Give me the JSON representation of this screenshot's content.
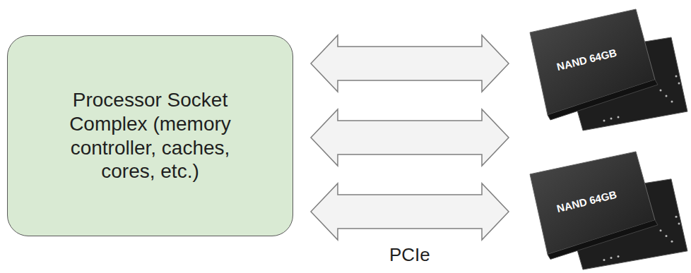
{
  "diagram": {
    "nodes": [
      {
        "text": [
          "Processor Socket Complex (memory controller, caches, cores, etc.)"
        ]
      },
      {
        "text": [
          "NAND 64GB"
        ]
      },
      {
        "text": [
          "NAND 64GB"
        ]
      }
    ],
    "edges": [
      {
        "from": 0,
        "to": 1,
        "arrow": "both"
      },
      {
        "from": 0,
        "to": 1,
        "arrow": "both"
      },
      {
        "from": 0,
        "to": 2,
        "arrow": "both"
      }
    ],
    "labels": [
      "PCIe"
    ]
  }
}
